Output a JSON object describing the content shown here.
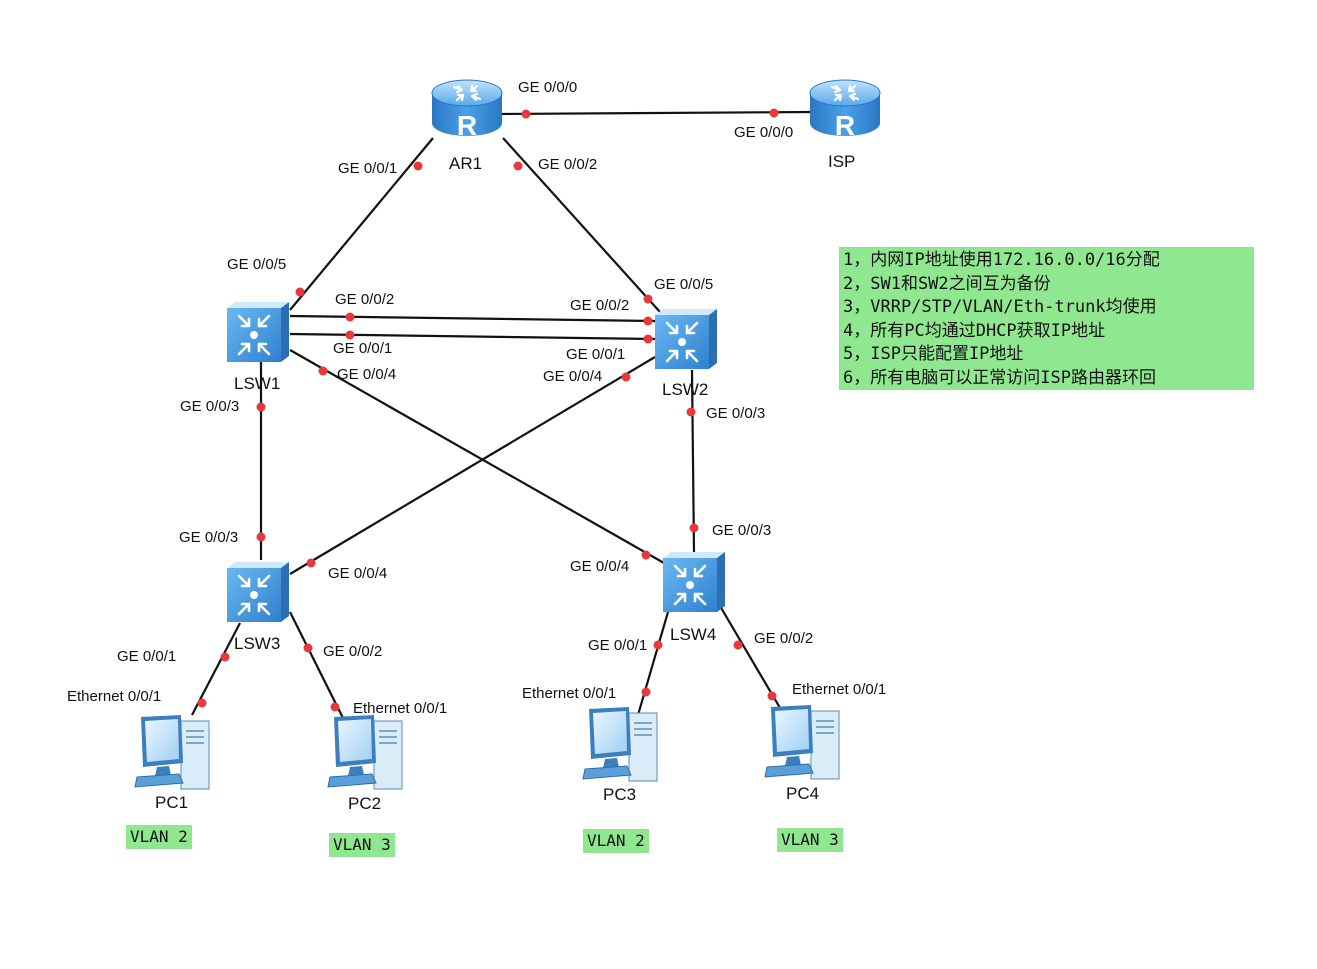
{
  "devices": {
    "ar1": {
      "name": "AR1",
      "icon": "router-icon"
    },
    "isp": {
      "name": "ISP",
      "icon": "router-icon"
    },
    "lsw1": {
      "name": "LSW1",
      "icon": "switch-icon"
    },
    "lsw2": {
      "name": "LSW2",
      "icon": "switch-icon"
    },
    "lsw3": {
      "name": "LSW3",
      "icon": "switch-icon"
    },
    "lsw4": {
      "name": "LSW4",
      "icon": "switch-icon"
    },
    "pc1": {
      "name": "PC1",
      "icon": "pc-icon"
    },
    "pc2": {
      "name": "PC2",
      "icon": "pc-icon"
    },
    "pc3": {
      "name": "PC3",
      "icon": "pc-icon"
    },
    "pc4": {
      "name": "PC4",
      "icon": "pc-icon"
    }
  },
  "ports": {
    "ar1_ge000": "GE 0/0/0",
    "isp_ge000": "GE 0/0/0",
    "ar1_ge001": "GE 0/0/1",
    "ar1_ge002": "GE 0/0/2",
    "lsw1_ge005": "GE 0/0/5",
    "lsw2_ge005": "GE 0/0/5",
    "lsw1_ge002": "GE 0/0/2",
    "lsw2_ge002": "GE 0/0/2",
    "lsw1_ge001": "GE 0/0/1",
    "lsw2_ge001": "GE 0/0/1",
    "lsw1_ge004": "GE 0/0/4",
    "lsw2_ge004": "GE 0/0/4",
    "lsw1_ge003": "GE 0/0/3",
    "lsw2_ge003": "GE 0/0/3",
    "lsw3_ge003": "GE 0/0/3",
    "lsw4_ge003": "GE 0/0/3",
    "lsw3_ge004": "GE 0/0/4",
    "lsw4_ge004": "GE 0/0/4",
    "lsw3_ge001": "GE 0/0/1",
    "lsw3_ge002": "GE 0/0/2",
    "lsw4_ge001": "GE 0/0/1",
    "lsw4_ge002": "GE 0/0/2",
    "pc1_eth": "Ethernet 0/0/1",
    "pc2_eth": "Ethernet 0/0/1",
    "pc3_eth": "Ethernet 0/0/1",
    "pc4_eth": "Ethernet 0/0/1"
  },
  "vlans": {
    "pc1": "VLAN 2",
    "pc2": "VLAN 3",
    "pc3": "VLAN 2",
    "pc4": "VLAN 3"
  },
  "notes": [
    "1，内网IP地址使用172.16.0.0/16分配",
    "2，SW1和SW2之间互为备份",
    "3，VRRP/STP/VLAN/Eth-trunk均使用",
    "4，所有PC均通过DHCP获取IP地址",
    "5，ISP只能配置IP地址",
    "6，所有电脑可以正常访问ISP路由器环回"
  ],
  "colors": {
    "link": "#111111",
    "port_dot": "#e8383b",
    "note_bg": "#8fe88f",
    "device_blue": "#3d8fd6"
  }
}
